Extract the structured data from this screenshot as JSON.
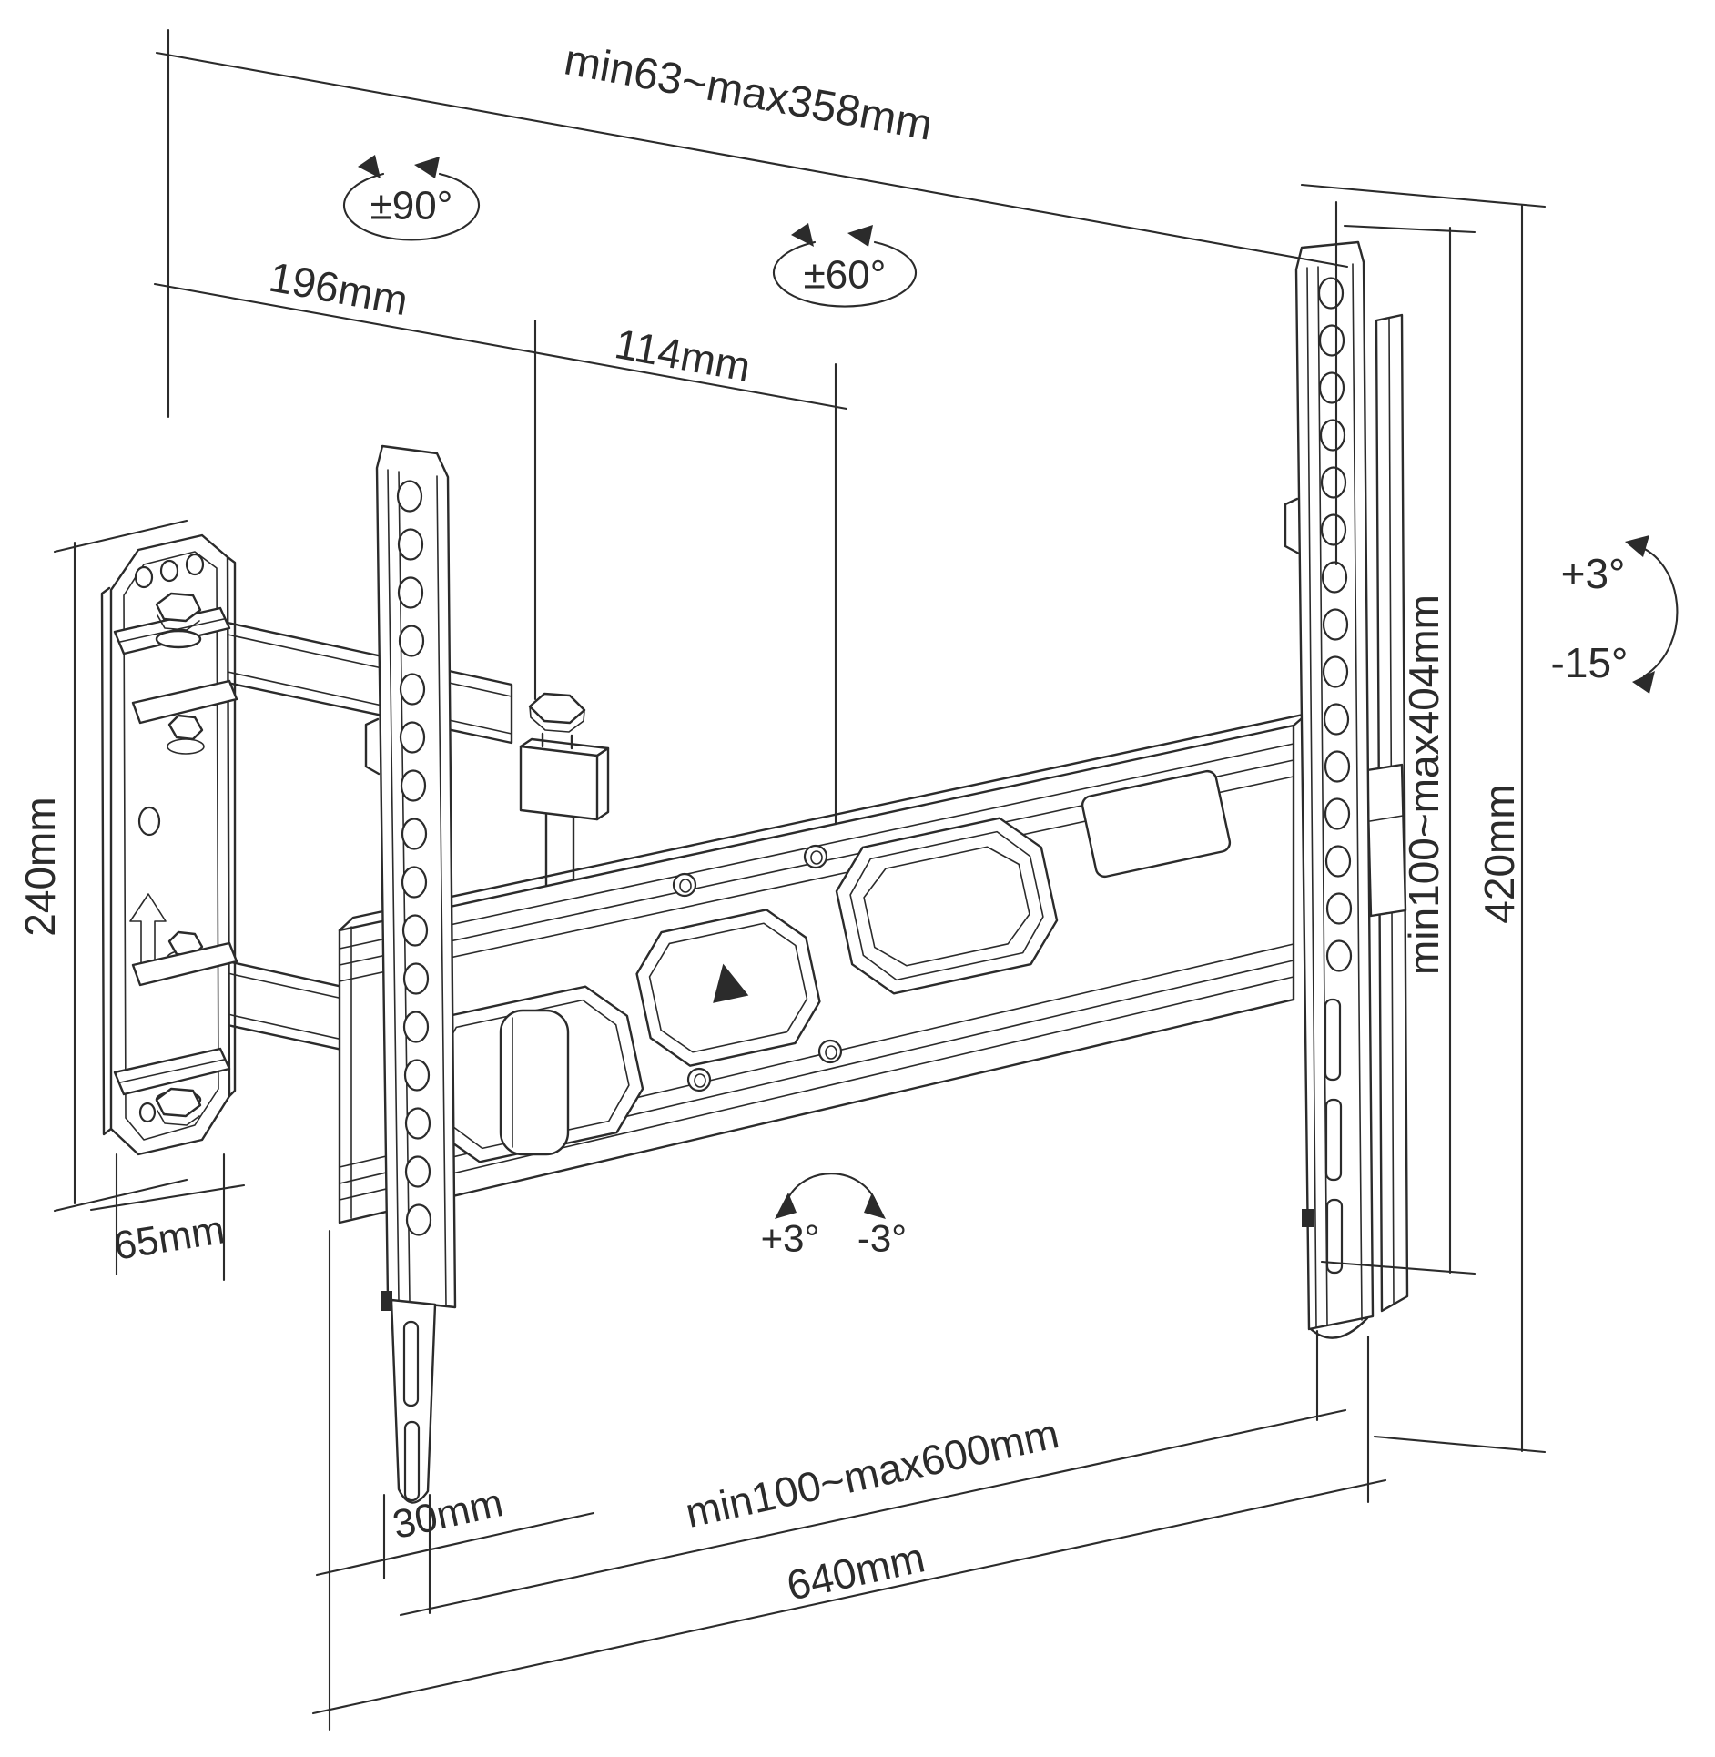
{
  "diagram": {
    "subject": "Full-motion TV wall mount bracket technical drawing",
    "background_color": "#ffffff",
    "line_color": "#2b2b2b"
  },
  "dimensions": {
    "top_width": "min63~max358mm",
    "arm_length": "196mm",
    "arm_extension": "114mm",
    "wall_plate_height": "240mm",
    "wall_plate_width": "65mm",
    "vesa_height_range": "min100~max404mm",
    "bracket_height": "420mm",
    "slot_offset": "30mm",
    "vesa_width_range": "min100~max600mm",
    "rail_width": "640mm"
  },
  "angles": {
    "arm_swivel": "±90°",
    "head_swivel": "±60°",
    "tilt_up": "+3°",
    "tilt_down": "-15°",
    "level_adjust_positive": "+3°",
    "level_adjust_negative": "-3°"
  }
}
